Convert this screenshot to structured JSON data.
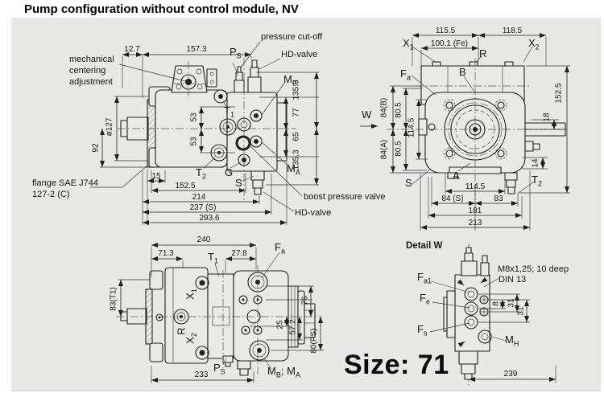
{
  "title": "Pump configuration without control module, NV",
  "size_label": "Size: 71",
  "side_view": {
    "annotations": {
      "mechanical_line1": "mechanical",
      "mechanical_line2": "centering",
      "mechanical_line3": "adjustment",
      "pressure_cutoff": "pressure cut-off",
      "hd_valve_top": "HD-valve",
      "boost_pressure_valve": "boost pressure valve",
      "hd_valve_bottom": "HD-valve",
      "flange_line1": "flange SAE J744",
      "flange_line2": "127-2 (C)"
    },
    "ports": {
      "ps": {
        "base": "P",
        "sub": "S"
      },
      "t1": {
        "base": "T",
        "sub": "1"
      },
      "t2": {
        "base": "T",
        "sub": "2"
      },
      "g": {
        "base": "G",
        "sub": ""
      },
      "s": {
        "base": "S",
        "sub": ""
      },
      "mb": {
        "base": "M",
        "sub": "B"
      },
      "ma": {
        "base": "M",
        "sub": "A"
      }
    },
    "dims": {
      "d12_7": "12.7",
      "d157_3": "157.3",
      "d_dia127": "ø127",
      "d92": "92",
      "d53a": "53",
      "d53b": "53",
      "d15": "15",
      "d152_5": "152.5",
      "d214": "214",
      "d237s": "237 (S)",
      "d293_6": "293.6",
      "d77": "77",
      "d65": "65",
      "d135_3a": "135.3",
      "d135_3b": "135.3"
    }
  },
  "front_view": {
    "labels": {
      "x1": {
        "base": "X",
        "sub": "1"
      },
      "x2": {
        "base": "X",
        "sub": "2"
      },
      "r": {
        "base": "R",
        "sub": ""
      },
      "b": {
        "base": "B",
        "sub": ""
      },
      "fa": {
        "base": "F",
        "sub": "a"
      },
      "w": "W",
      "s": {
        "base": "S",
        "sub": ""
      },
      "a": {
        "base": "A",
        "sub": ""
      },
      "t2": {
        "base": "T",
        "sub": "2"
      }
    },
    "dims": {
      "d115_5": "115.5",
      "d118_5": "118.5",
      "d100_1": "100.1 (Fe)",
      "d152_5": "152.5",
      "d18": "18",
      "d14": "14",
      "d84b": "84(B)",
      "d80_5a": "80.5",
      "d114_5l": "114.5",
      "d84a": "84(A)",
      "d80_5b": "80.5",
      "d114_5": "114.5",
      "d84s": "84 (S)",
      "d83": "83",
      "d181": "181",
      "d213": "213"
    }
  },
  "top_view": {
    "labels": {
      "t1": {
        "base": "T",
        "sub": "1"
      },
      "fa": {
        "base": "F",
        "sub": "a"
      },
      "x1": {
        "base": "X",
        "sub": "1"
      },
      "x2": {
        "base": "X",
        "sub": "2"
      },
      "r": {
        "base": "R",
        "sub": ""
      },
      "ps": {
        "base": "P",
        "sub": "S"
      },
      "mbma": {
        "b1": "M",
        "s1": "B",
        "sep": "; ",
        "b2": "M",
        "s2": "A"
      }
    },
    "dims": {
      "d240": "240",
      "d71_3": "71.3",
      "d27_8": "27.8",
      "d83t1": "83(T1)",
      "d233": "233",
      "d76": "76",
      "d57_2": "57.2",
      "d25": "25",
      "d80ps": "80(PS)"
    }
  },
  "detail_w": {
    "title": "Detail W",
    "note_line1": "M8x1,25; 10 deep",
    "note_line2": "DIN 13",
    "labels": {
      "fa1": {
        "base": "F",
        "sub": "a1"
      },
      "fe": {
        "base": "F",
        "sub": "e"
      },
      "fs": {
        "base": "F",
        "sub": "s"
      },
      "mh": {
        "base": "M",
        "sub": "H"
      }
    },
    "dims": {
      "d8": "8",
      "d31a": "31",
      "d31b": "31",
      "d239": "239"
    }
  }
}
